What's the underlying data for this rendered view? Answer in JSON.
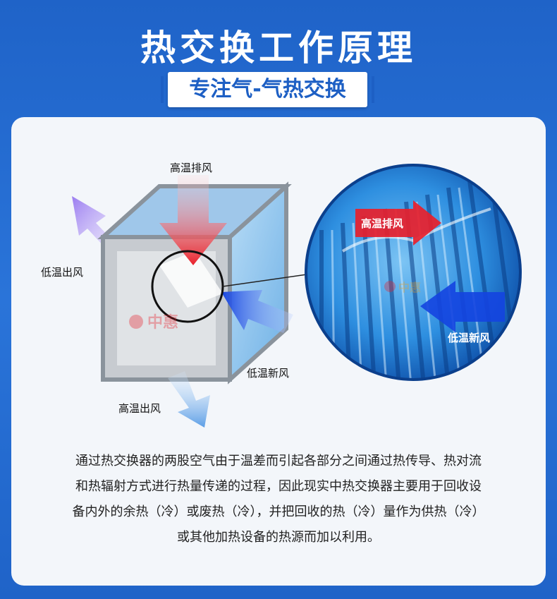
{
  "header": {
    "title": "热交换工作原理",
    "subtitle": "专注气-气热交换"
  },
  "diagram": {
    "labels": {
      "exhaust_in": "高温排风",
      "exhaust_out": "低温出风",
      "fresh_in": "低温新风",
      "fresh_out": "高温出风",
      "zoom_exhaust": "高温排风",
      "zoom_fresh": "低温新风"
    },
    "watermark": "中惠",
    "colors": {
      "hot": "#e8202b",
      "cold": "#1444e0",
      "exhaust_out": "#9a7cf0",
      "fresh_out": "#5b9ee6"
    }
  },
  "description": {
    "lines": [
      "通过热交换器的两股空气由于温差而引起各部分之间通过热传导、热对流",
      "和热辐射方式进行热量传递的过程，因此现实中热交换器主要用于回收设",
      "备内外的余热（冷）或废热（冷），并把回收的热（冷）量作为供热（冷）",
      "或其他加热设备的热源而加以利用。"
    ]
  }
}
